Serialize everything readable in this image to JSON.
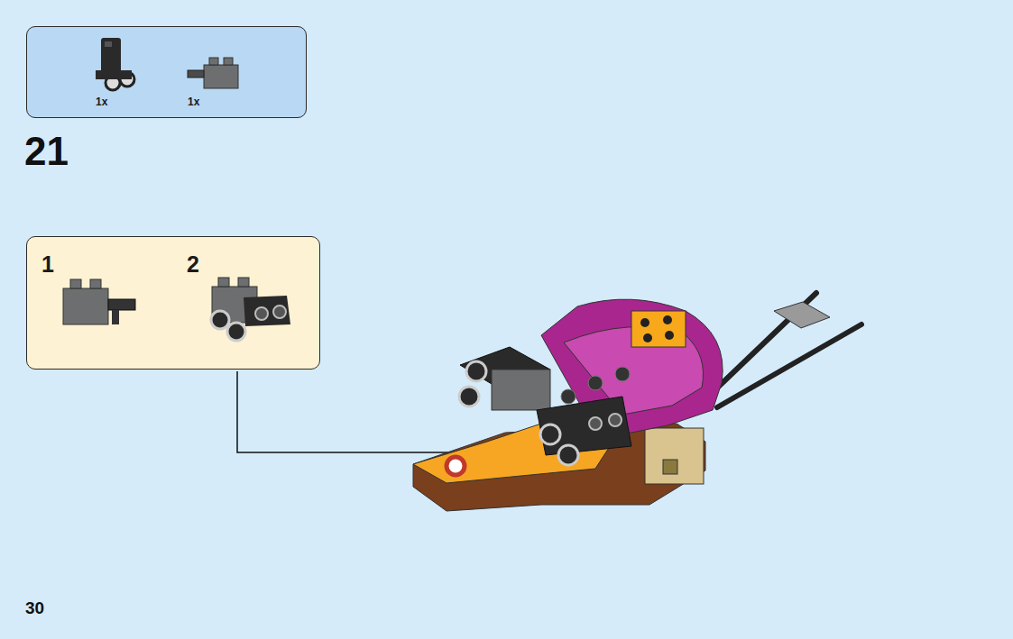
{
  "diagram": {
    "nodes": [
      {
        "text": [
          "1x",
          "1x"
        ]
      },
      {
        "text": [
          "1",
          "2"
        ]
      }
    ],
    "labels": [
      "21",
      "30"
    ]
  }
}
